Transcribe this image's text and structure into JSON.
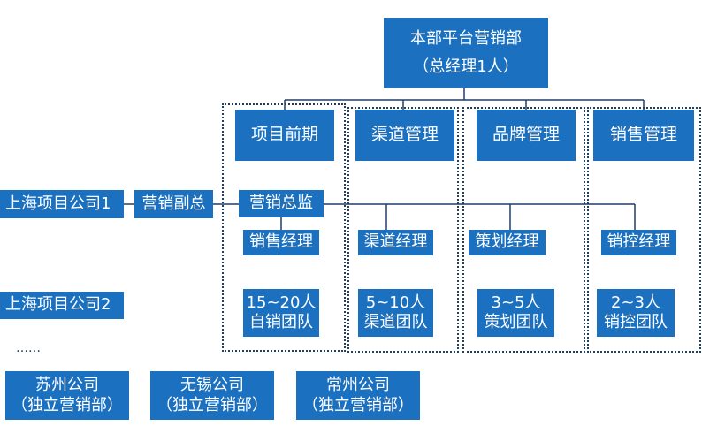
{
  "headquarters": {
    "title": "本部平台营销部",
    "subtitle": "（总经理1人）"
  },
  "departments": [
    "项目前期",
    "渠道管理",
    "品牌管理",
    "销售管理"
  ],
  "project_companies": [
    "上海项目公司1",
    "上海项目公司2"
  ],
  "ellipsis": "……",
  "vice_president": "营销副总",
  "marketing_director": "营销总监",
  "managers": [
    "销售经理",
    "渠道经理",
    "策划经理",
    "销控经理"
  ],
  "teams": [
    {
      "count": "15~20人",
      "name": "自销团队"
    },
    {
      "count": "5~10人",
      "name": "渠道团队"
    },
    {
      "count": "3~5人",
      "name": "策划团队"
    },
    {
      "count": "2~3人",
      "name": "销控团队"
    }
  ],
  "branch_companies": [
    {
      "name": "苏州公司",
      "note": "（独立营销部）"
    },
    {
      "name": "无锡公司",
      "note": "（独立营销部）"
    },
    {
      "name": "常州公司",
      "note": "（独立营销部）"
    }
  ],
  "colors": {
    "box_fill": "#1b70c0",
    "box_text": "#ffffff",
    "line": "#1f3f66"
  }
}
